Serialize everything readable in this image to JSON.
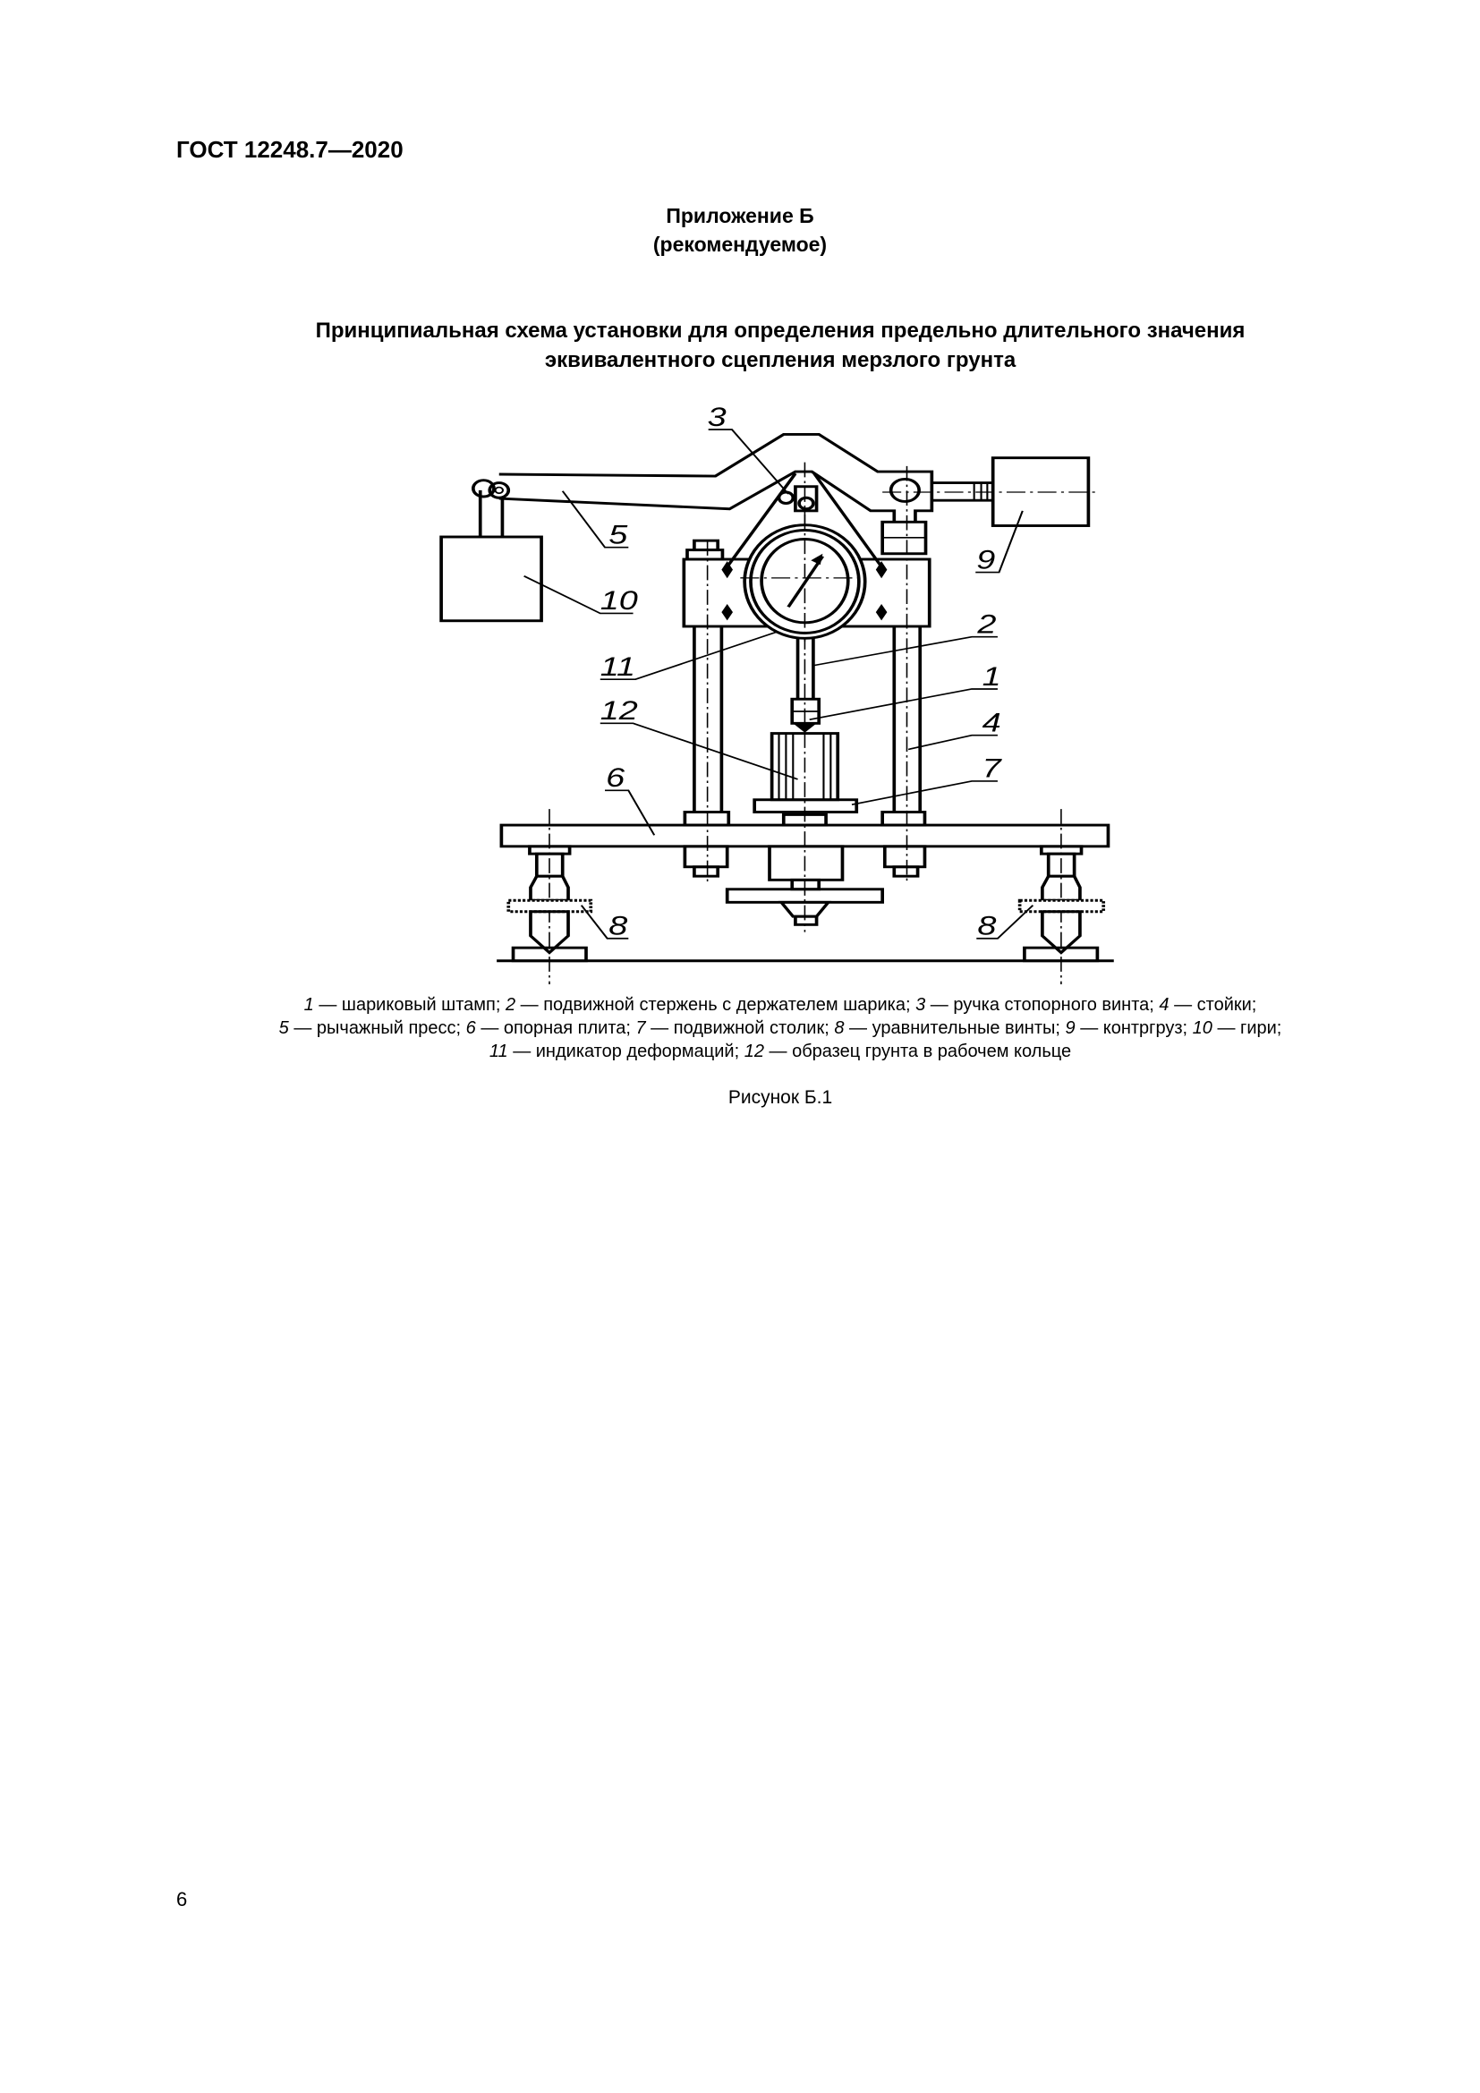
{
  "header": {
    "doc_code": "ГОСТ 12248.7—2020"
  },
  "appendix": {
    "title": "Приложение Б",
    "status": "(рекомендуемое)"
  },
  "figure_title": {
    "line1": "Принципиальная схема установки для определения предельно длительного значения",
    "line2": "эквивалентного сцепления мерзлого грунта"
  },
  "figure": {
    "labels": {
      "l1": "1",
      "l2": "2",
      "l3": "3",
      "l4": "4",
      "l5": "5",
      "l6": "6",
      "l7": "7",
      "l8a": "8",
      "l8b": "8",
      "l9": "9",
      "l10": "10",
      "l11": "11",
      "l12": "12"
    }
  },
  "legend": {
    "lines": [
      [
        {
          "num": "1",
          "text": " — шариковый штамп; "
        },
        {
          "num": "2",
          "text": " — подвижной стержень с держателем шарика; "
        },
        {
          "num": "3",
          "text": " — ручка стопорного винта; "
        },
        {
          "num": "4",
          "text": " — стойки;"
        }
      ],
      [
        {
          "num": "5",
          "text": " — рычажный пресс; "
        },
        {
          "num": "6",
          "text": " — опорная плита; "
        },
        {
          "num": "7",
          "text": " — подвижной столик; "
        },
        {
          "num": "8",
          "text": " — уравнительные винты; "
        },
        {
          "num": "9",
          "text": " — контргруз; "
        },
        {
          "num": "10",
          "text": " — гири;"
        }
      ],
      [
        {
          "num": "11",
          "text": " — индикатор деформаций; "
        },
        {
          "num": "12",
          "text": " — образец грунта в рабочем кольце"
        }
      ]
    ]
  },
  "figure_number": "Рисунок Б.1",
  "page_number": "6"
}
